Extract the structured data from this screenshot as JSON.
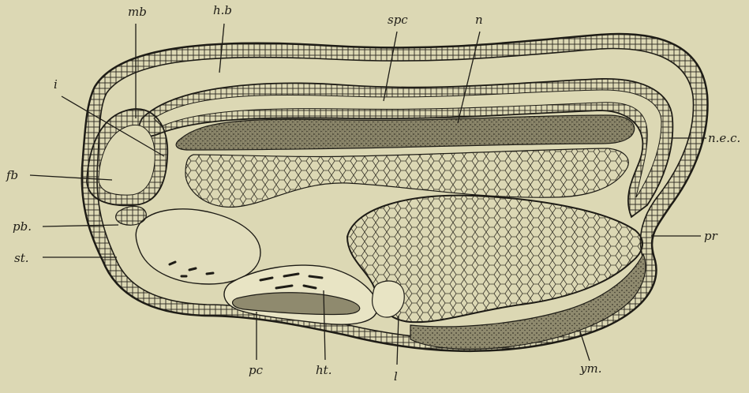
{
  "figure": {
    "labels": {
      "mb": "mb",
      "hb": "h.b",
      "spc": "spc",
      "n": "n",
      "i": "i",
      "fb": "fb",
      "nec": "n.e.c.",
      "pb": "pb.",
      "st": "st.",
      "pr": "pr",
      "pc": "pc",
      "ht": "ht.",
      "l": "l",
      "ym": "ym."
    },
    "colors": {
      "background": "#dcd8b4",
      "ink": "#1e1c16",
      "notochord": "#8f8a6e",
      "tissue_fill": "#e8e4c4"
    }
  }
}
